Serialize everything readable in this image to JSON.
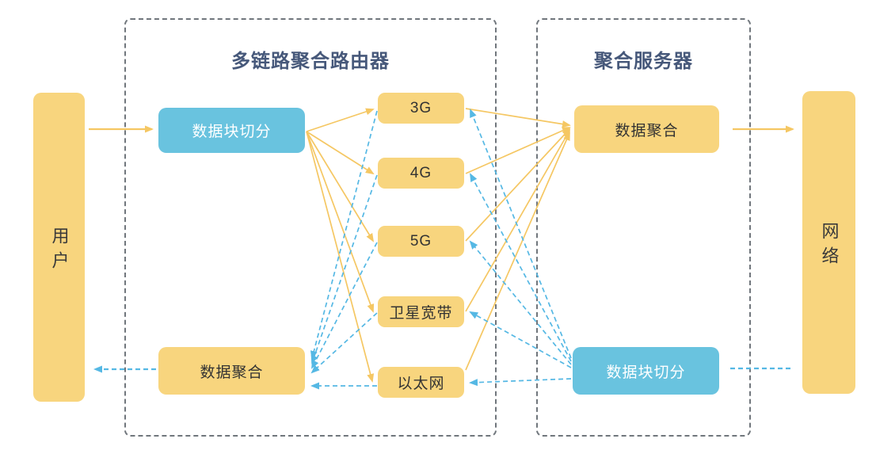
{
  "diagram": {
    "left_panel_title": "多链路聚合路由器",
    "right_panel_title": "聚合服务器",
    "nodes": {
      "user": "用户",
      "network": "网络",
      "router_split": "数据块切分",
      "router_merge": "数据聚合",
      "server_merge": "数据聚合",
      "server_split": "数据块切分"
    },
    "links": [
      {
        "label": "3G"
      },
      {
        "label": "4G"
      },
      {
        "label": "5G"
      },
      {
        "label": "卫星宽带"
      },
      {
        "label": "以太网"
      }
    ],
    "flows": {
      "forward": {
        "style": "solid-yellow-arrows",
        "path": [
          "用户",
          "数据块切分(路由器)",
          "3G|4G|5G|卫星宽带|以太网",
          "数据聚合(服务器)",
          "网络"
        ]
      },
      "reverse": {
        "style": "dashed-blue-arrows",
        "path": [
          "网络",
          "数据块切分(服务器)",
          "3G|4G|5G|卫星宽带|以太网",
          "数据聚合(路由器)",
          "用户"
        ]
      }
    },
    "colors": {
      "node_yellow": "#F8D57E",
      "node_blue": "#69C3DF",
      "arrow_forward": "#F5C763",
      "arrow_reverse": "#55B8E4",
      "panel_border": "#70767C",
      "panel_title": "#46587A",
      "label_dark": "#333333",
      "label_light": "#FFFFFF"
    }
  }
}
